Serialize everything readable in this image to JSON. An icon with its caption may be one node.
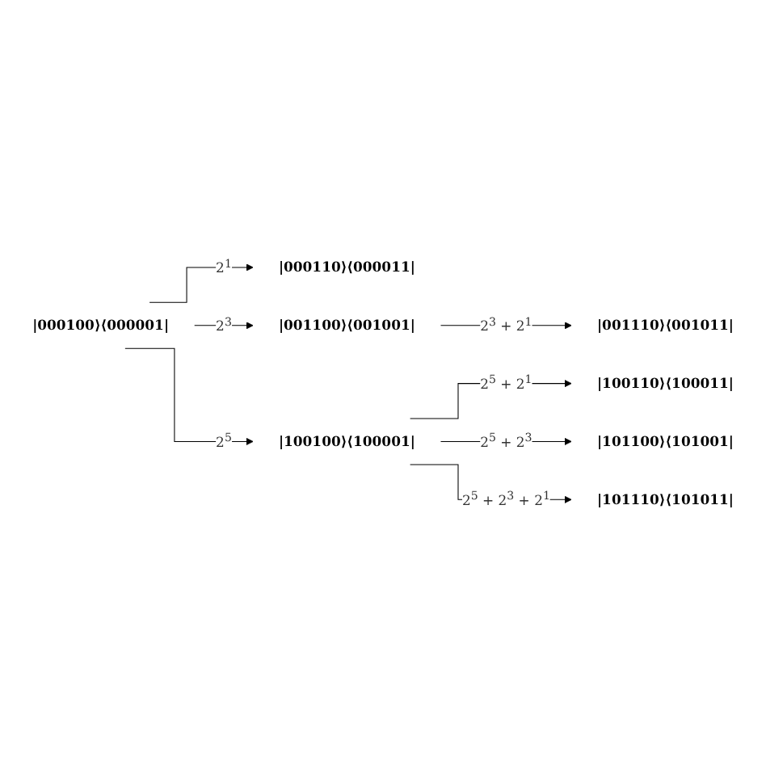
{
  "diagram": {
    "nodes": [
      {
        "text": [
          "|000100⟩⟨000001|"
        ]
      },
      {
        "text": [
          "|000110⟩⟨000011|"
        ]
      },
      {
        "text": [
          "|001100⟩⟨001001|"
        ]
      },
      {
        "text": [
          "|001110⟩⟨001011|"
        ]
      },
      {
        "text": [
          "|100100⟩⟨100001|"
        ]
      },
      {
        "text": [
          "|100110⟩⟨100011|"
        ]
      },
      {
        "text": [
          "|101100⟩⟨101001|"
        ]
      },
      {
        "text": [
          "|101110⟩⟨101011|"
        ]
      }
    ],
    "edges": [
      {
        "from": 0,
        "to": 1,
        "arrow": "to",
        "label": "2$^{1}$"
      },
      {
        "from": 0,
        "to": 2,
        "arrow": "to",
        "label": "2$^{3}$"
      },
      {
        "from": 2,
        "to": 3,
        "arrow": "to",
        "label": "2$^{3}$ + 2$^{1}$"
      },
      {
        "from": 0,
        "to": 4,
        "arrow": "to",
        "label": "2$^{5}$"
      },
      {
        "from": 4,
        "to": 5,
        "arrow": "to",
        "label": "2$^{5}$ + 2$^{1}$"
      },
      {
        "from": 4,
        "to": 6,
        "arrow": "to",
        "label": "2$^{5}$ + 2$^{3}$"
      },
      {
        "from": 4,
        "to": 7,
        "arrow": "to",
        "label": "2$^{5}$ + 2$^{3}$ + 2$^{1}$"
      }
    ]
  }
}
